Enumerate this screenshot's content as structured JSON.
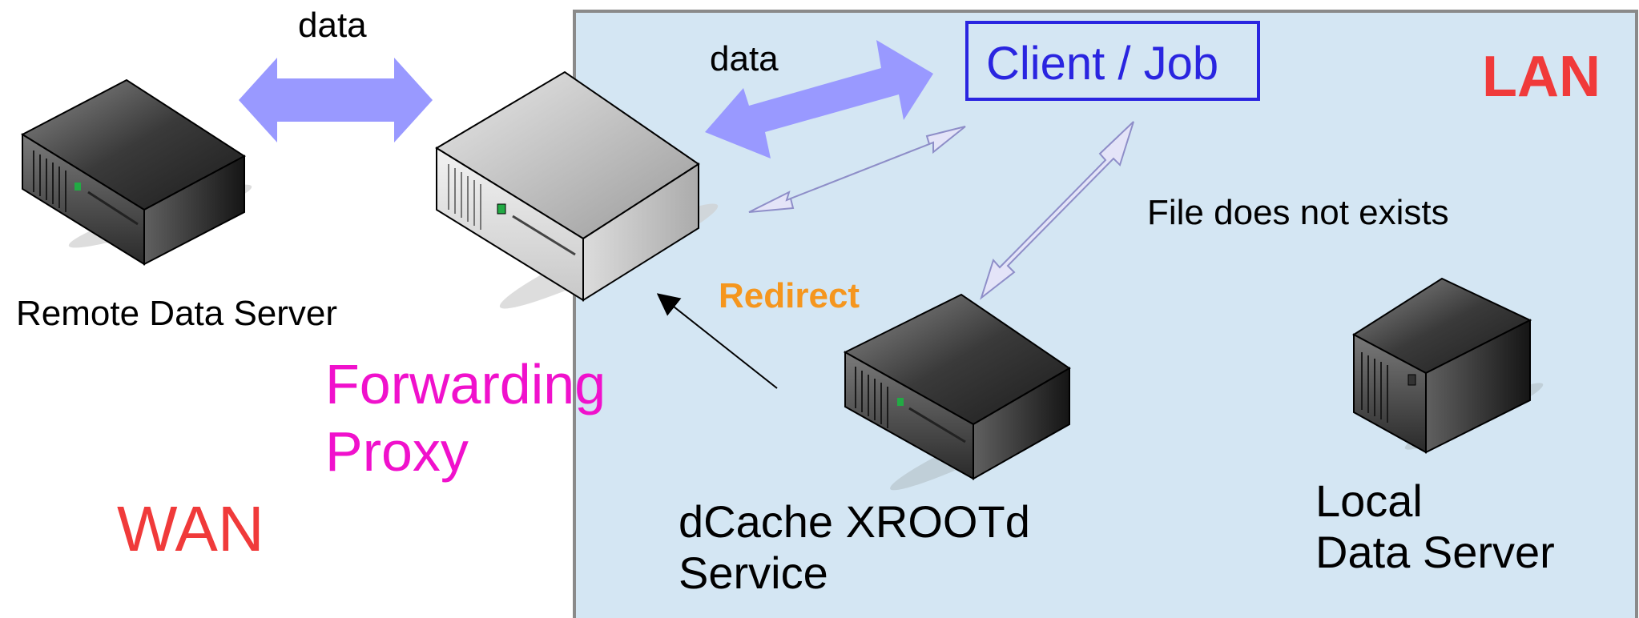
{
  "labels": {
    "data_wan": "data",
    "data_lan": "data",
    "client_job": "Client / Job",
    "lan": "LAN",
    "wan": "WAN",
    "remote_server": "Remote Data Server",
    "proxy_line1": "Forwarding",
    "proxy_line2": "Proxy",
    "file_missing": "File does not exists",
    "redirect": "Redirect",
    "dcache_line1": "dCache XROOTd",
    "dcache_line2": "Service",
    "local_line1": "Local",
    "local_line2": "Data Server"
  },
  "colors": {
    "lan_bg": "#d4e6f3",
    "lan_border": "#8a8a8a",
    "data_arrow": "#9999ff",
    "request_arrow": "#e4e4f8",
    "client_border": "#2a25e0",
    "lan_text": "#f03a3a",
    "wan_text": "#f03a3a",
    "proxy_text": "#f011cc",
    "redirect_text": "#f5961e"
  }
}
